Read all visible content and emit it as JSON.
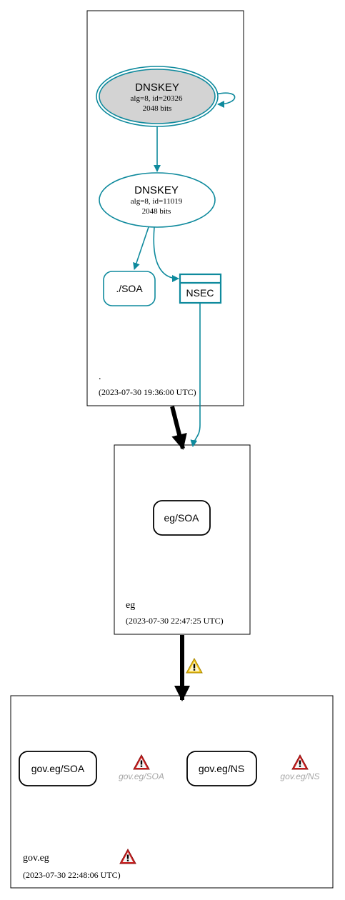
{
  "zones": {
    "root": {
      "name": ".",
      "timestamp": "(2023-07-30 19:36:00 UTC)"
    },
    "eg": {
      "name": "eg",
      "timestamp": "(2023-07-30 22:47:25 UTC)"
    },
    "goveg": {
      "name": "gov.eg",
      "timestamp": "(2023-07-30 22:48:06 UTC)"
    }
  },
  "nodes": {
    "ksk": {
      "title": "DNSKEY",
      "line1": "alg=8, id=20326",
      "line2": "2048 bits"
    },
    "zsk": {
      "title": "DNSKEY",
      "line1": "alg=8, id=11019",
      "line2": "2048 bits"
    },
    "root_soa": {
      "label": "./SOA"
    },
    "nsec": {
      "label": "NSEC"
    },
    "eg_soa": {
      "label": "eg/SOA"
    },
    "goveg_soa": {
      "label": "gov.eg/SOA"
    },
    "goveg_ns": {
      "label": "gov.eg/NS"
    },
    "goveg_soa_err": {
      "label": "gov.eg/SOA"
    },
    "goveg_ns_err": {
      "label": "gov.eg/NS"
    }
  },
  "colors": {
    "teal": "#0f8a9d",
    "ksk_fill": "#d3d3d3",
    "warning_yellow": "#f2c417",
    "error_red": "#cc2222",
    "ghost_text": "#a6a6a6"
  }
}
